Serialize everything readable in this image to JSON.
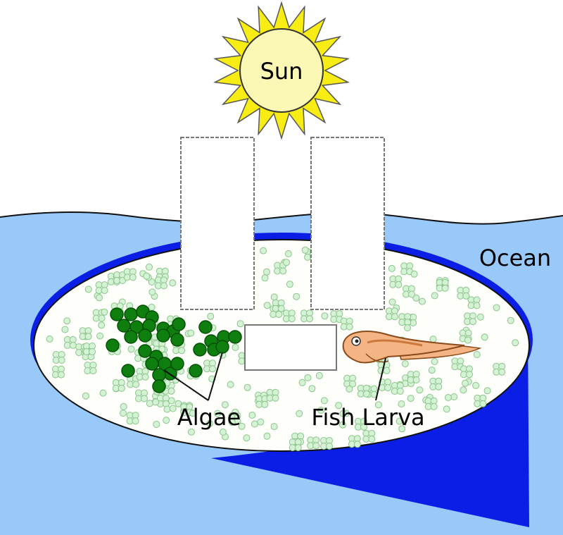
{
  "labels": {
    "sun": "Sun",
    "ocean": "Ocean",
    "algae": "Algae",
    "fish_larva": "Fish Larva"
  },
  "colors": {
    "sky": "#ffffff",
    "ocean": "#99c9f8",
    "shadow": "#0a1ee6",
    "dish": "#fefefa",
    "sun_fill": "#fbf7b5",
    "sun_rays": "#f7ec13",
    "algae_dark": "#0e7f0e",
    "algae_light": "#d4f2d4",
    "larva": "#f4b484"
  },
  "icons": {
    "sun": "sun-icon",
    "larva": "fish-larva-icon"
  }
}
